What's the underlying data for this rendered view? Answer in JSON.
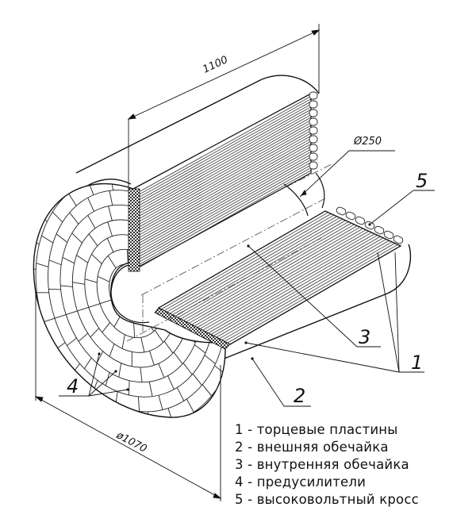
{
  "dimensions": {
    "length": "1100",
    "inner_diameter": "Ø250",
    "outer_diameter": "ø1070"
  },
  "callouts": {
    "c1": "1",
    "c2": "2",
    "c3": "3",
    "c4": "4",
    "c5": "5"
  },
  "legend": [
    "1 - торцевые пластины",
    "2 - внешняя обечайка",
    "3 - внутренняя обечайка",
    "4 - предусилители",
    "5 - высоковольтный кросс"
  ]
}
